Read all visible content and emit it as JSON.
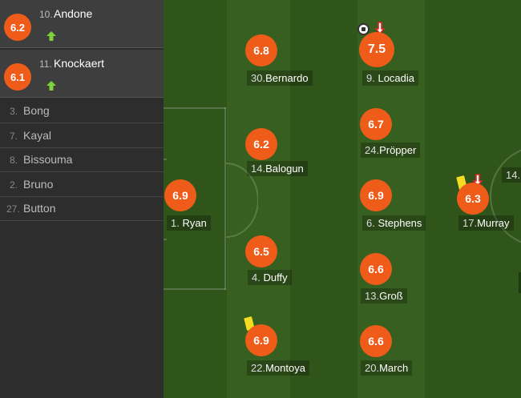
{
  "substitutes_on": [
    {
      "rating": "6.2",
      "number": "10.",
      "name": "Andone",
      "indicator": "green-up-arrow-icon"
    },
    {
      "rating": "6.1",
      "number": "11.",
      "name": "Knockaert",
      "indicator": "green-up-arrow-icon"
    }
  ],
  "bench": [
    {
      "number": "3.",
      "name": "Bong"
    },
    {
      "number": "7.",
      "name": "Kayal"
    },
    {
      "number": "8.",
      "name": "Bissouma"
    },
    {
      "number": "2.",
      "name": "Bruno"
    },
    {
      "number": "27.",
      "name": "Button"
    }
  ],
  "players": [
    {
      "rating": "6.8",
      "number": "30.",
      "name": "Bernardo"
    },
    {
      "rating": "7.5",
      "number": "9.",
      "name": "Locadia"
    },
    {
      "rating": "6.7",
      "number": "24.",
      "name": "Pröpper"
    },
    {
      "rating": "6.2",
      "number": "14.",
      "name": "Balogun"
    },
    {
      "rating": "6.9",
      "number": "1.",
      "name": "Ryan"
    },
    {
      "rating": "6.9",
      "number": "6.",
      "name": "Stephens"
    },
    {
      "rating": "6.3",
      "number": "17.",
      "name": "Murray"
    },
    {
      "rating": "6.5",
      "number": "4.",
      "name": "Duffy"
    },
    {
      "rating": "6.6",
      "number": "13.",
      "name": "Groß"
    },
    {
      "rating": "6.9",
      "number": "22.",
      "name": "Montoya"
    },
    {
      "rating": "6.6",
      "number": "20.",
      "name": "March"
    }
  ],
  "partial_label": "14.",
  "colors": {
    "rating": "#ef5c19",
    "yellow_card": "#f3dc22",
    "sub_off": "#e02020",
    "sub_on": "#7ed23b"
  }
}
